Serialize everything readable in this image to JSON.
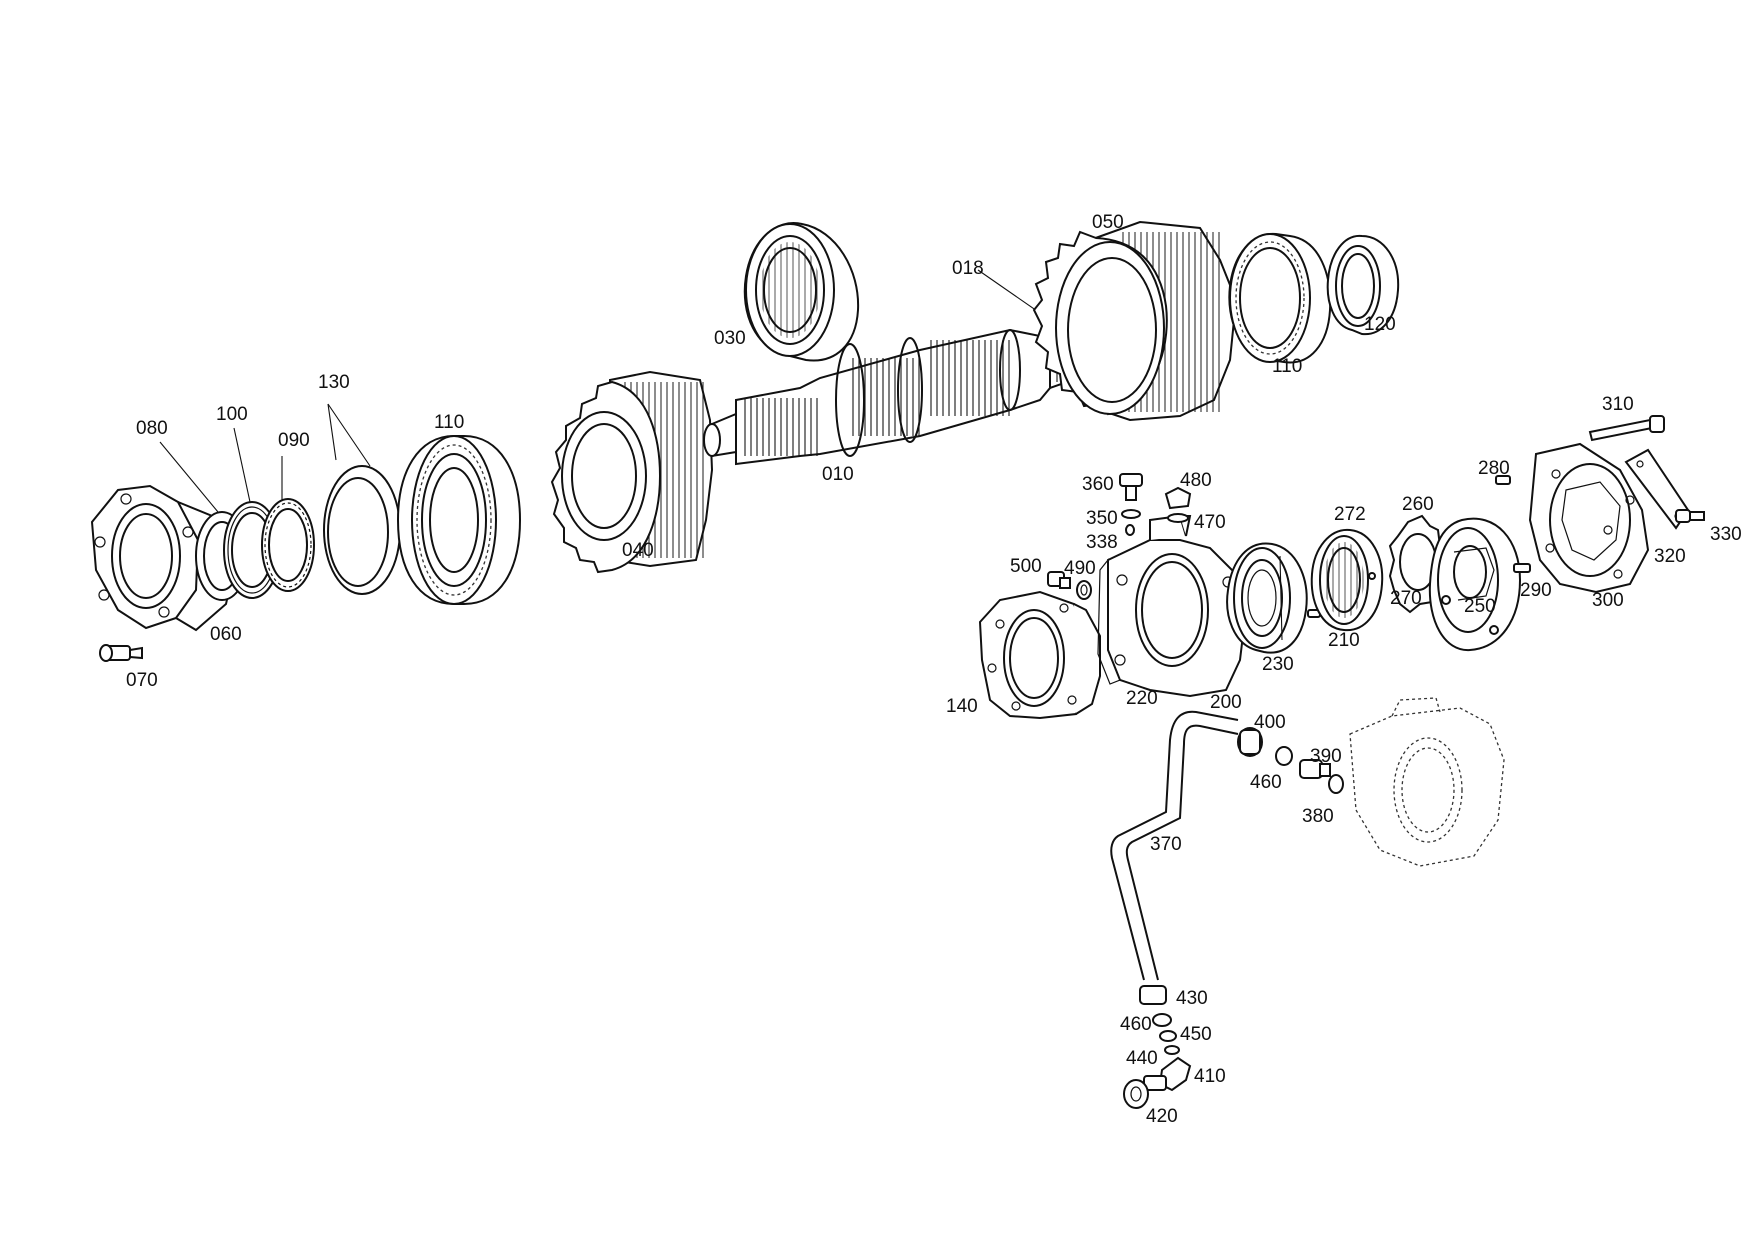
{
  "callouts": [
    {
      "id": "c010",
      "text": "010"
    },
    {
      "id": "c018",
      "text": "018"
    },
    {
      "id": "c030",
      "text": "030"
    },
    {
      "id": "c040",
      "text": "040"
    },
    {
      "id": "c050",
      "text": "050"
    },
    {
      "id": "c060",
      "text": "060"
    },
    {
      "id": "c070",
      "text": "070"
    },
    {
      "id": "c080",
      "text": "080"
    },
    {
      "id": "c090",
      "text": "090"
    },
    {
      "id": "c100",
      "text": "100"
    },
    {
      "id": "c110a",
      "text": "110"
    },
    {
      "id": "c110b",
      "text": "110"
    },
    {
      "id": "c120",
      "text": "120"
    },
    {
      "id": "c130",
      "text": "130"
    },
    {
      "id": "c140",
      "text": "140"
    },
    {
      "id": "c200",
      "text": "200"
    },
    {
      "id": "c210",
      "text": "210"
    },
    {
      "id": "c220",
      "text": "220"
    },
    {
      "id": "c230",
      "text": "230"
    },
    {
      "id": "c250",
      "text": "250"
    },
    {
      "id": "c260",
      "text": "260"
    },
    {
      "id": "c270",
      "text": "270"
    },
    {
      "id": "c272",
      "text": "272"
    },
    {
      "id": "c280",
      "text": "280"
    },
    {
      "id": "c290",
      "text": "290"
    },
    {
      "id": "c300",
      "text": "300"
    },
    {
      "id": "c310",
      "text": "310"
    },
    {
      "id": "c320",
      "text": "320"
    },
    {
      "id": "c330",
      "text": "330"
    },
    {
      "id": "c338",
      "text": "338"
    },
    {
      "id": "c350",
      "text": "350"
    },
    {
      "id": "c360",
      "text": "360"
    },
    {
      "id": "c370",
      "text": "370"
    },
    {
      "id": "c380",
      "text": "380"
    },
    {
      "id": "c390",
      "text": "390"
    },
    {
      "id": "c400",
      "text": "400"
    },
    {
      "id": "c410",
      "text": "410"
    },
    {
      "id": "c420",
      "text": "420"
    },
    {
      "id": "c430",
      "text": "430"
    },
    {
      "id": "c440",
      "text": "440"
    },
    {
      "id": "c450",
      "text": "450"
    },
    {
      "id": "c460a",
      "text": "460"
    },
    {
      "id": "c460b",
      "text": "460"
    },
    {
      "id": "c470",
      "text": "470"
    },
    {
      "id": "c480",
      "text": "480"
    },
    {
      "id": "c490",
      "text": "490"
    },
    {
      "id": "c500",
      "text": "500"
    }
  ]
}
